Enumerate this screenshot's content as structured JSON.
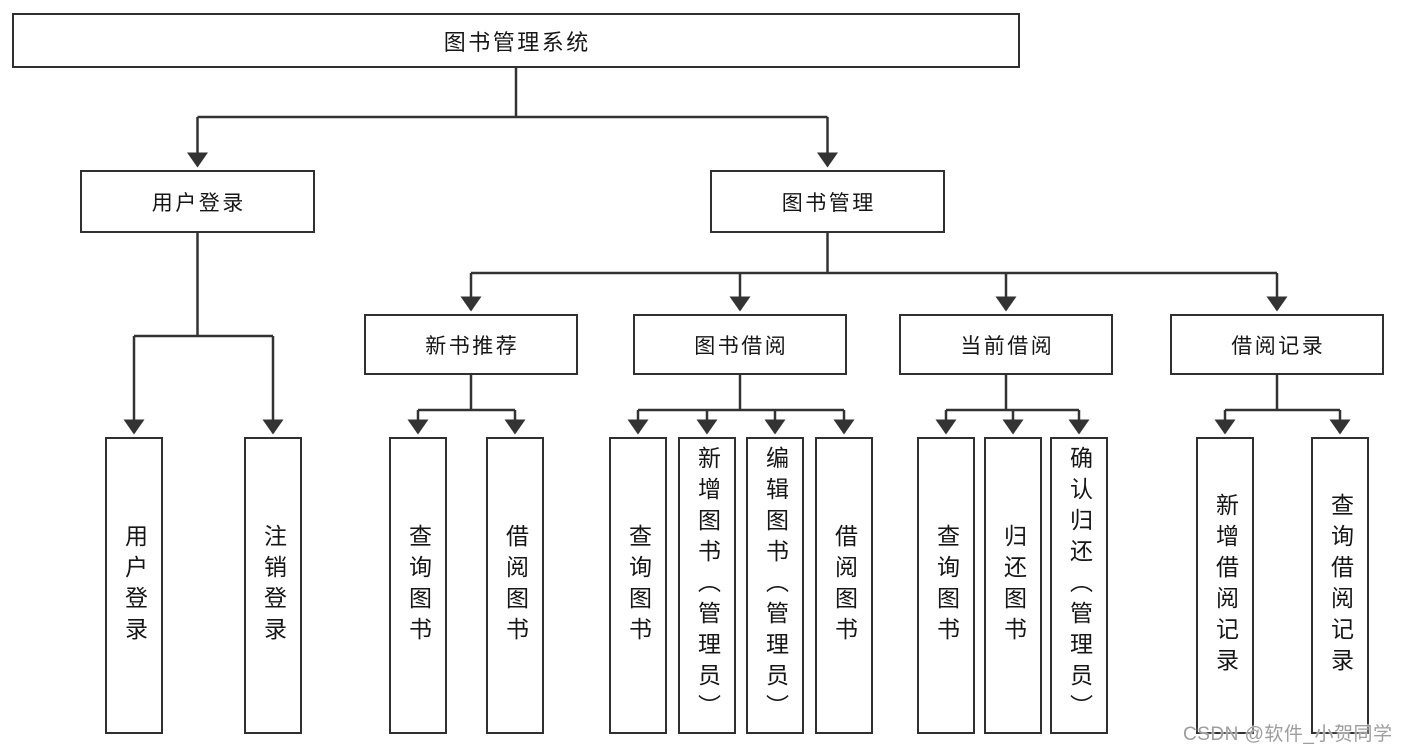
{
  "root": {
    "label": "图书管理系统"
  },
  "branches": [
    {
      "label": "用户登录",
      "leaves": [
        {
          "label": "用户登录"
        },
        {
          "label": "注销登录"
        }
      ]
    },
    {
      "label": "图书管理",
      "groups": [
        {
          "label": "新书推荐",
          "leaves": [
            {
              "label": "查询图书"
            },
            {
              "label": "借阅图书"
            }
          ]
        },
        {
          "label": "图书借阅",
          "leaves": [
            {
              "label": "查询图书"
            },
            {
              "label": "新增图书（管理员）"
            },
            {
              "label": "编辑图书（管理员）"
            },
            {
              "label": "借阅图书"
            }
          ]
        },
        {
          "label": "当前借阅",
          "leaves": [
            {
              "label": "查询图书"
            },
            {
              "label": "归还图书"
            },
            {
              "label": "确认归还（管理员）"
            }
          ]
        },
        {
          "label": "借阅记录",
          "leaves": [
            {
              "label": "新增借阅记录"
            },
            {
              "label": "查询借阅记录"
            }
          ]
        }
      ]
    }
  ],
  "watermark": {
    "text": "CSDN @软件_小贺同学"
  },
  "colors": {
    "line": "#333333",
    "border": "#303030",
    "text": "#161616",
    "background": "#ffffff",
    "watermark": "#9d9d9d"
  }
}
